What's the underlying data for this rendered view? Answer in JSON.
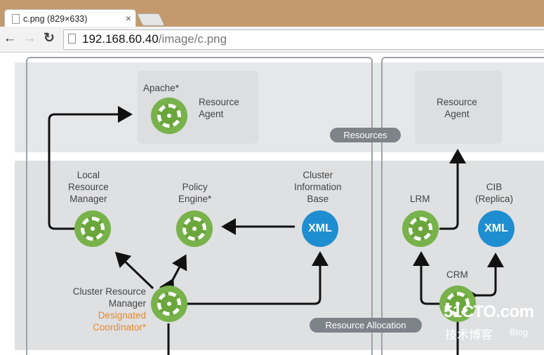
{
  "tab": {
    "title": "c.png (829×633)",
    "close": "×"
  },
  "toolbar": {
    "back": "←",
    "forward": "→",
    "reload": "↻"
  },
  "address": {
    "host": "192.168.60.40",
    "path": "/image/c.png"
  },
  "diagram": {
    "left": {
      "apache_label": "Apache*",
      "resource_agent": "Resource\nAgent",
      "lrm_label": "Local\nResource\nManager",
      "policy_label": "Policy\nEngine*",
      "cib_label": "Cluster\nInformation\nBase",
      "xml_label": "XML",
      "crm_label": "Cluster Resource\nManager",
      "dc_label": "Designated\nCoordinator*"
    },
    "pills": {
      "resources": "Resources",
      "allocation": "Resource Allocation"
    },
    "right": {
      "resource_agent": "Resource\nAgent",
      "lrm_label": "LRM",
      "cib_label": "CIB\n(Replica)",
      "xml_label": "XML",
      "crm_label": "CRM"
    }
  },
  "watermark": {
    "main": "51CTO.com",
    "sub": "技术博客",
    "blog": "Blog"
  },
  "colors": {
    "gear_green": "#6aa63b",
    "xml_blue": "#1f8ed1",
    "dc_orange": "#e6892b"
  }
}
